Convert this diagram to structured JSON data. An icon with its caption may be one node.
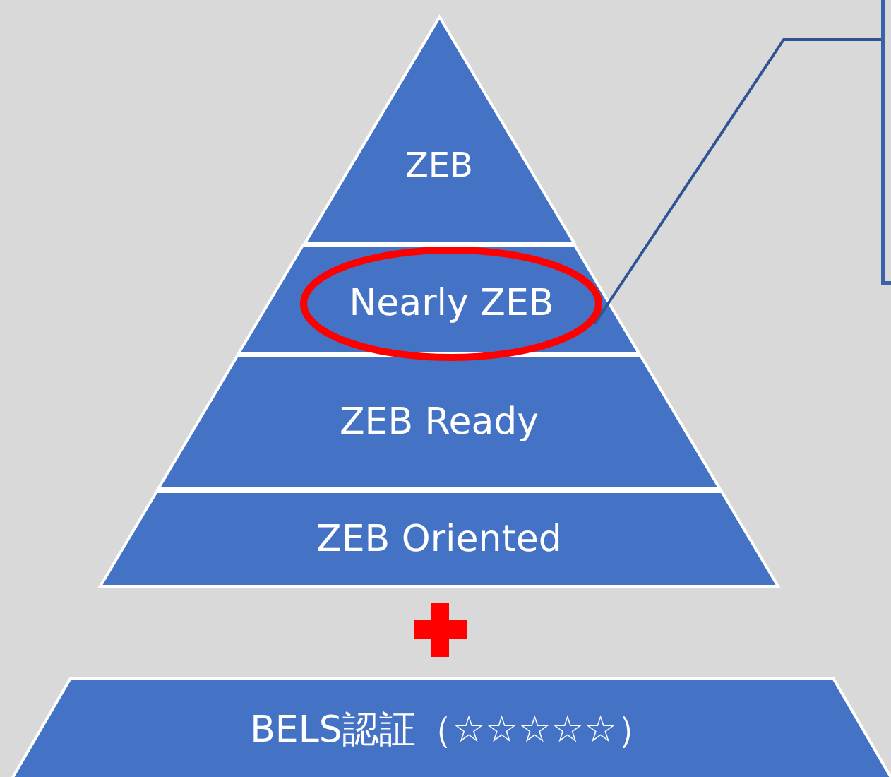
{
  "diagram": {
    "nodes": [
      {
        "text": [
          "ZEB"
        ]
      },
      {
        "text": [],
        "shape": "trapezoid"
      },
      {
        "text": [
          "Nearly ZEB"
        ],
        "in": 1
      },
      {
        "text": [
          "ZEB Ready"
        ]
      },
      {
        "text": [
          "ZEB Oriented"
        ]
      },
      {
        "text": [
          "BELS認証（☆☆☆☆☆）"
        ]
      },
      {
        "text": [],
        "shape": "box"
      }
    ],
    "edges": [
      {
        "from": 6,
        "to": 2,
        "arrow": "none"
      }
    ]
  }
}
